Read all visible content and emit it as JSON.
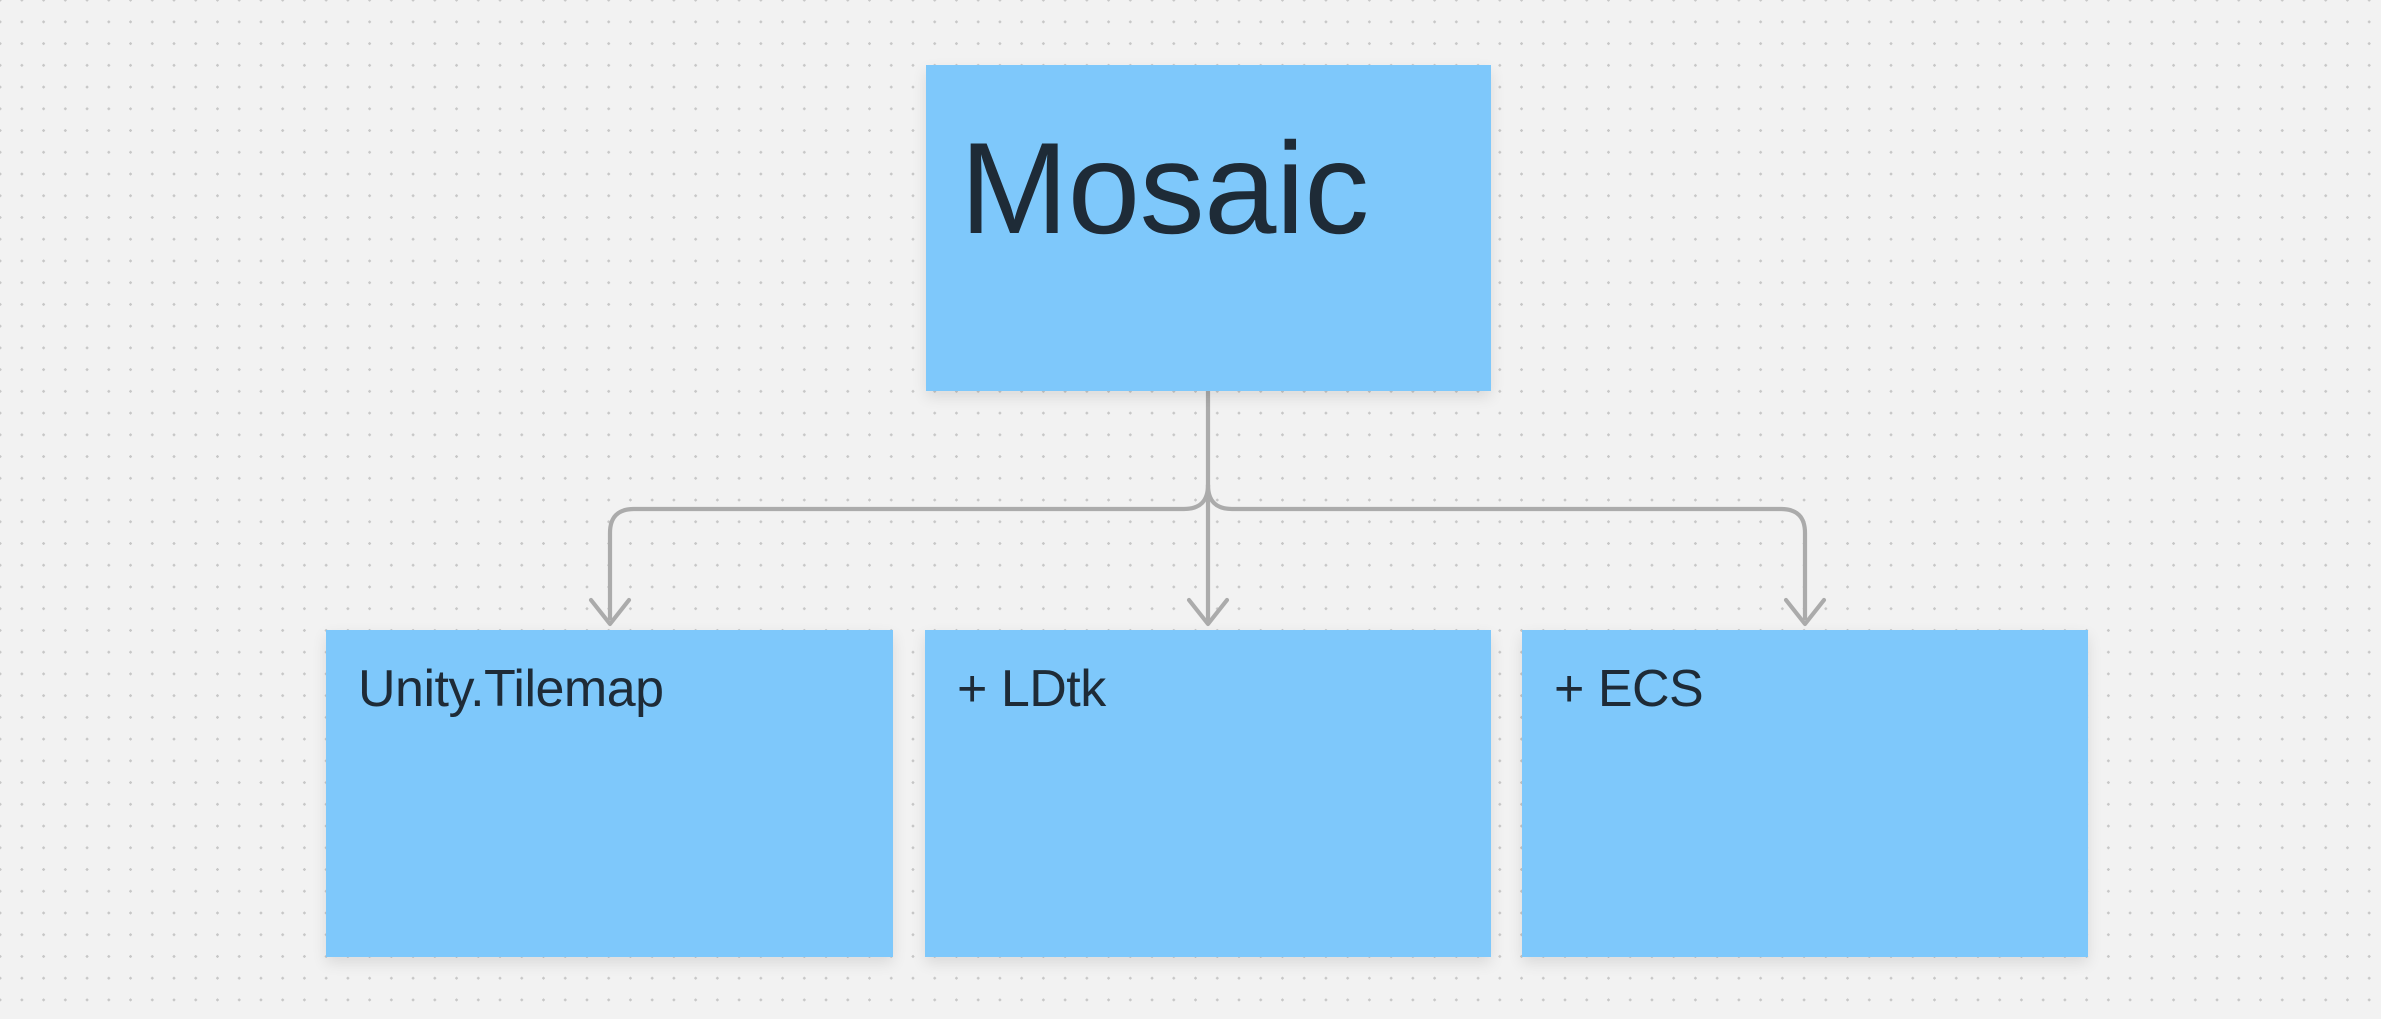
{
  "canvas": {
    "type": "dot-grid whiteboard"
  },
  "colors": {
    "canvas_bg": "#F2F2F2",
    "grid_dot": "#C7C7C7",
    "node_fill": "#7EC8FB",
    "node_text": "#1E2B37",
    "connector": "#ABABAB"
  },
  "diagram": {
    "root": {
      "label": "Mosaic"
    },
    "children": [
      {
        "label": "Unity.Tilemap"
      },
      {
        "label": "+ LDtk"
      },
      {
        "label": "+ ECS"
      }
    ]
  }
}
